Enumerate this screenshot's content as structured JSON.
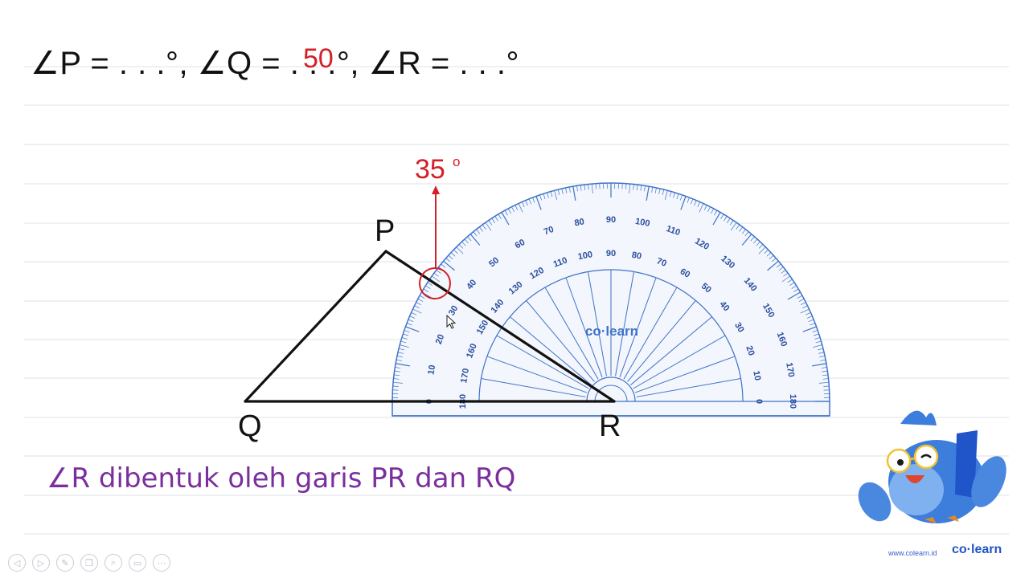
{
  "question": {
    "text": "∠P = . . .°, ∠Q = . . .°, ∠R = . . .°"
  },
  "handwritten": {
    "q_answer": "50",
    "measured_angle": "35",
    "degree_symbol": "o",
    "note": "∠R dibentuk oleh garis PR dan RQ"
  },
  "labels": {
    "P": "P",
    "Q": "Q",
    "R": "R"
  },
  "protractor": {
    "brand": "co·learn",
    "outer_scale": [
      0,
      10,
      20,
      30,
      40,
      50,
      60,
      70,
      80,
      90,
      100,
      110,
      120,
      130,
      140,
      150,
      160,
      170,
      180
    ],
    "inner_scale": [
      180,
      170,
      160,
      150,
      140,
      130,
      120,
      110,
      100,
      90,
      80,
      70,
      60,
      50,
      40,
      30,
      20,
      10,
      0
    ]
  },
  "toolbar": {
    "icons": [
      "prev-icon",
      "next-icon",
      "pen-icon",
      "copy-icon",
      "zoom-icon",
      "screen-icon",
      "more-icon"
    ]
  },
  "footer": {
    "url": "www.colearn.id",
    "brand": "co·learn"
  },
  "colors": {
    "ink": "#111111",
    "annotation_red": "#d42027",
    "note_purple": "#7b2f9e",
    "protractor_blue": "#3f73c9",
    "brand_blue": "#1f55c9"
  }
}
